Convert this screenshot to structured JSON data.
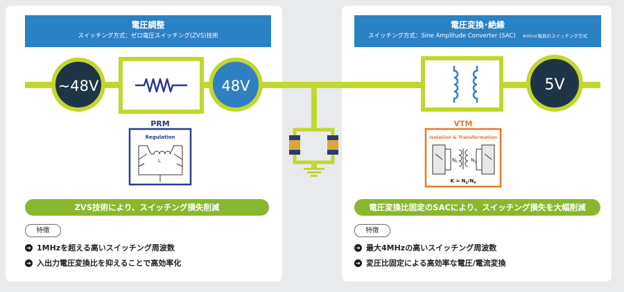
{
  "left": {
    "header_title": "電圧調整",
    "header_subtitle": "スイッチング方式：ゼロ電圧スイッチング(ZVS)技術",
    "input_voltage": "~48V",
    "output_voltage": "48V",
    "module_name": "PRM",
    "module_inner_label": "Regulation",
    "inductor_label": "L",
    "summary": "ZVS技術により、スイッチング損失削減",
    "features_tag": "特徴",
    "features": [
      "1MHzを超える高いスイッチング周波数",
      "入出力電圧変換比を抑えることで高効率化"
    ]
  },
  "right": {
    "header_title": "電圧変換･絶縁",
    "header_subtitle": "スイッチング方式：Sine Amplitude Converter (SAC)",
    "header_note": "※Vicor独自のスイッチング方式",
    "output_voltage": "5V",
    "module_name": "VTM",
    "module_inner_label": "Isolation & Transformation",
    "primary_label": "N",
    "primary_sub": "P",
    "secondary_label": "N",
    "secondary_sub": "S",
    "ratio_label": "K = N",
    "ratio_sub1": "S",
    "ratio_mid": "/N",
    "ratio_sub2": "P",
    "summary": "電圧変換比固定のSACにより、スイッチング損失を大幅削減",
    "features_tag": "特徴",
    "features": [
      "最大4MHzの高いスイッチング周波数",
      "変圧比固定による高効率な電圧/電流変換"
    ]
  },
  "colors": {
    "line_green": "#c1d72e",
    "header_blue": "#2a81c4",
    "circle_dark": "#1e3547",
    "circle_blue": "#2f80c0",
    "prm_navy": "#283b8e",
    "vtm_orange": "#e5792a",
    "pill_green": "#89b82e",
    "capacitor_gold": "#d6a83a",
    "capacitor_navy": "#2b3a6b"
  }
}
